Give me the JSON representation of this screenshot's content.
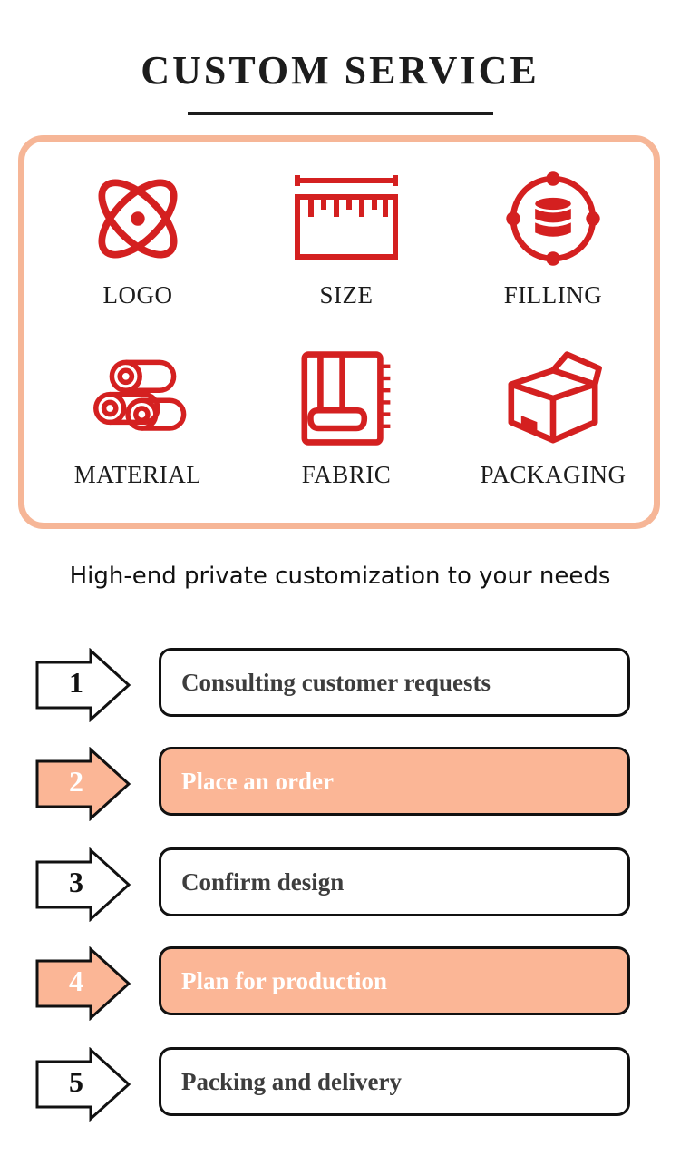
{
  "header": {
    "title": "CUSTOM SERVICE"
  },
  "features": [
    {
      "label": "LOGO",
      "icon": "atom-logo-icon"
    },
    {
      "label": "SIZE",
      "icon": "ruler-icon"
    },
    {
      "label": "FILLING",
      "icon": "database-icon"
    },
    {
      "label": "MATERIAL",
      "icon": "rolls-icon"
    },
    {
      "label": "FABRIC",
      "icon": "fabric-swatch-icon"
    },
    {
      "label": "PACKAGING",
      "icon": "box-icon"
    }
  ],
  "tagline": "High-end private customization to your needs",
  "steps": [
    {
      "number": "1",
      "text": "Consulting customer requests"
    },
    {
      "number": "2",
      "text": "Place an order"
    },
    {
      "number": "3",
      "text": "Confirm design"
    },
    {
      "number": "4",
      "text": "Plan for production"
    },
    {
      "number": "5",
      "text": "Packing and delivery"
    }
  ],
  "colors": {
    "accent": "#f6b697",
    "icon": "#d42020",
    "highlight": "#fbb696"
  }
}
